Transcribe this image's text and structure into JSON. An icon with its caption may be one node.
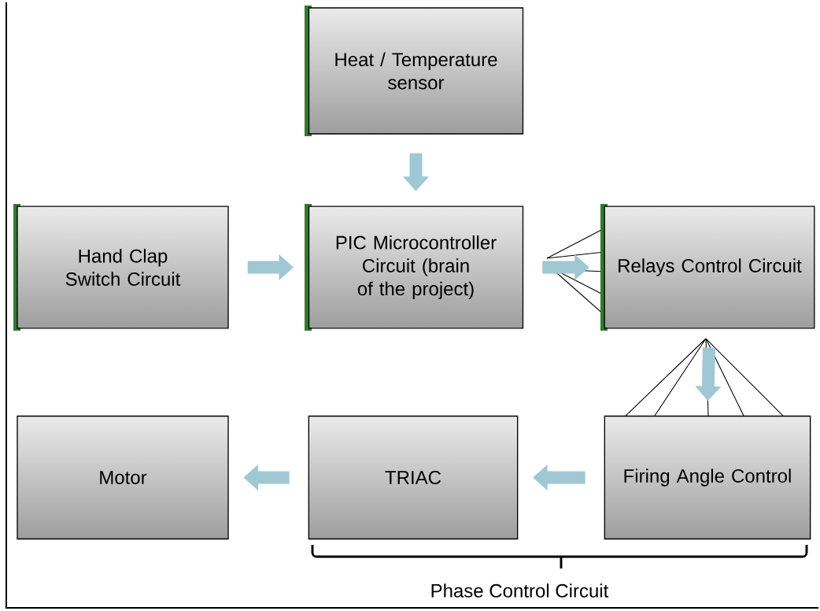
{
  "diagram": {
    "nodes": [
      {
        "text": [
          "Heat / Temperature sensor"
        ]
      },
      {
        "text": [
          "Hand Clap Switch Circuit"
        ]
      },
      {
        "text": [
          "PIC Microcontroller Circuit (brain of the project)"
        ]
      },
      {
        "text": [
          "Relays Control Circuit"
        ]
      },
      {
        "text": [
          "Motor"
        ]
      },
      {
        "text": [
          "TRIAC"
        ]
      },
      {
        "text": [
          "Firing Angle Control"
        ]
      }
    ],
    "edges": [
      {
        "from": 0,
        "to": 2,
        "arrow": "to"
      },
      {
        "from": 1,
        "to": 2,
        "arrow": "to"
      },
      {
        "from": 2,
        "to": 3,
        "arrow": "to"
      },
      {
        "from": 3,
        "to": 6,
        "arrow": "to"
      },
      {
        "from": 6,
        "to": 5,
        "arrow": "to"
      },
      {
        "from": 5,
        "to": 4,
        "arrow": "to"
      }
    ],
    "labels": [
      "Phase Control Circuit"
    ]
  }
}
